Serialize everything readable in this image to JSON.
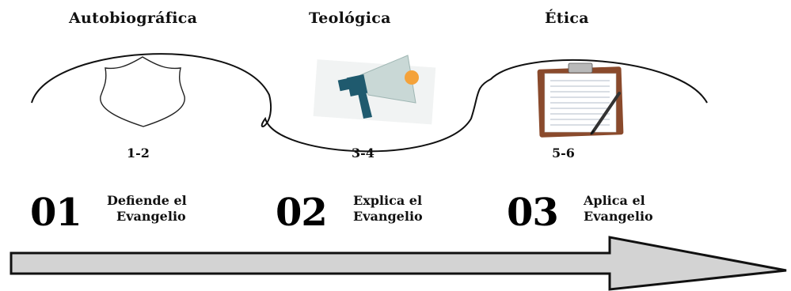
{
  "stages": [
    {
      "heading": "Autobiográfica",
      "icon": "shield-icon",
      "chapters": "1-2",
      "number": "01",
      "desc_line1": "Defiende el",
      "desc_line2": "Evangelio"
    },
    {
      "heading": "Teológica",
      "icon": "megaphone-icon",
      "chapters": "3-4",
      "number": "02",
      "desc_line1": "Explica el",
      "desc_line2": "Evangelio"
    },
    {
      "heading": "Ética",
      "icon": "clipboard-icon",
      "chapters": "5-6",
      "number": "03",
      "desc_line1": "Aplica el",
      "desc_line2": "Evangelio"
    }
  ],
  "colors": {
    "arrow_fill": "#d3d3d3",
    "arrow_stroke": "#111111",
    "curve_stroke": "#111111",
    "megaphone_body": "#c9d8d6",
    "megaphone_handle": "#1f5a6e",
    "megaphone_accent": "#f4a23a",
    "clipboard_board": "#8a4a2c",
    "clipboard_clip": "#b9b9b9"
  }
}
